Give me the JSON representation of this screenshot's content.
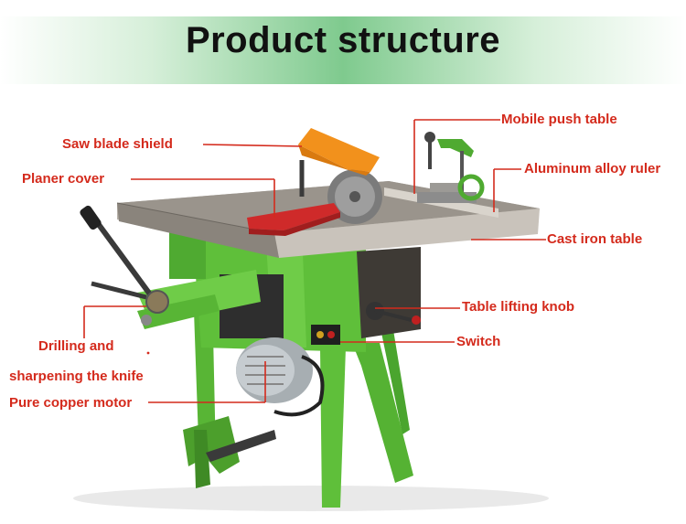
{
  "title": "Product structure",
  "labels": {
    "saw_blade_shield": "Saw blade shield",
    "planer_cover": "Planer cover",
    "drilling_1": "Drilling and",
    "drilling_2": "sharpening the knife",
    "motor": "Pure copper motor",
    "mobile_push_table": "Mobile push table",
    "aluminum_ruler": "Aluminum alloy ruler",
    "cast_iron_table": "Cast iron table",
    "lifting_knob": "Table lifting knob",
    "switch": "Switch"
  },
  "colors": {
    "label": "#d42a1c",
    "machine_green": "#5fbf3a",
    "table_grey": "#9a948c",
    "shield_orange": "#f2911c",
    "cover_red": "#cf2a2a",
    "banner": "#7fca8e"
  }
}
